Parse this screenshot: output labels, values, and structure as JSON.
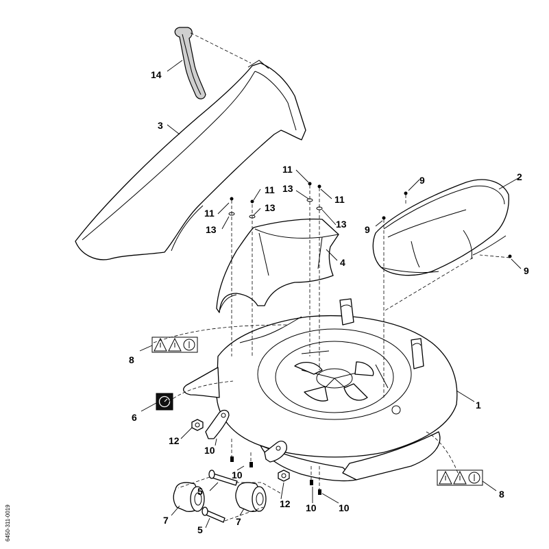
{
  "callouts": {
    "c1": "1",
    "c2": "2",
    "c3": "3",
    "c4": "4",
    "c5a": "5",
    "c5b": "5",
    "c6": "6",
    "c7a": "7",
    "c7b": "7",
    "c8a": "8",
    "c8b": "8",
    "c9a": "9",
    "c9b": "9",
    "c9c": "9",
    "c10a": "10",
    "c10b": "10",
    "c10c": "10",
    "c10d": "10",
    "c11a": "11",
    "c11b": "11",
    "c11c": "11",
    "c11d": "11",
    "c12a": "12",
    "c12b": "12",
    "c13a": "13",
    "c13b": "13",
    "c13c": "13",
    "c13d": "13",
    "c14": "14"
  },
  "drawing_code": "6450-311-0019"
}
